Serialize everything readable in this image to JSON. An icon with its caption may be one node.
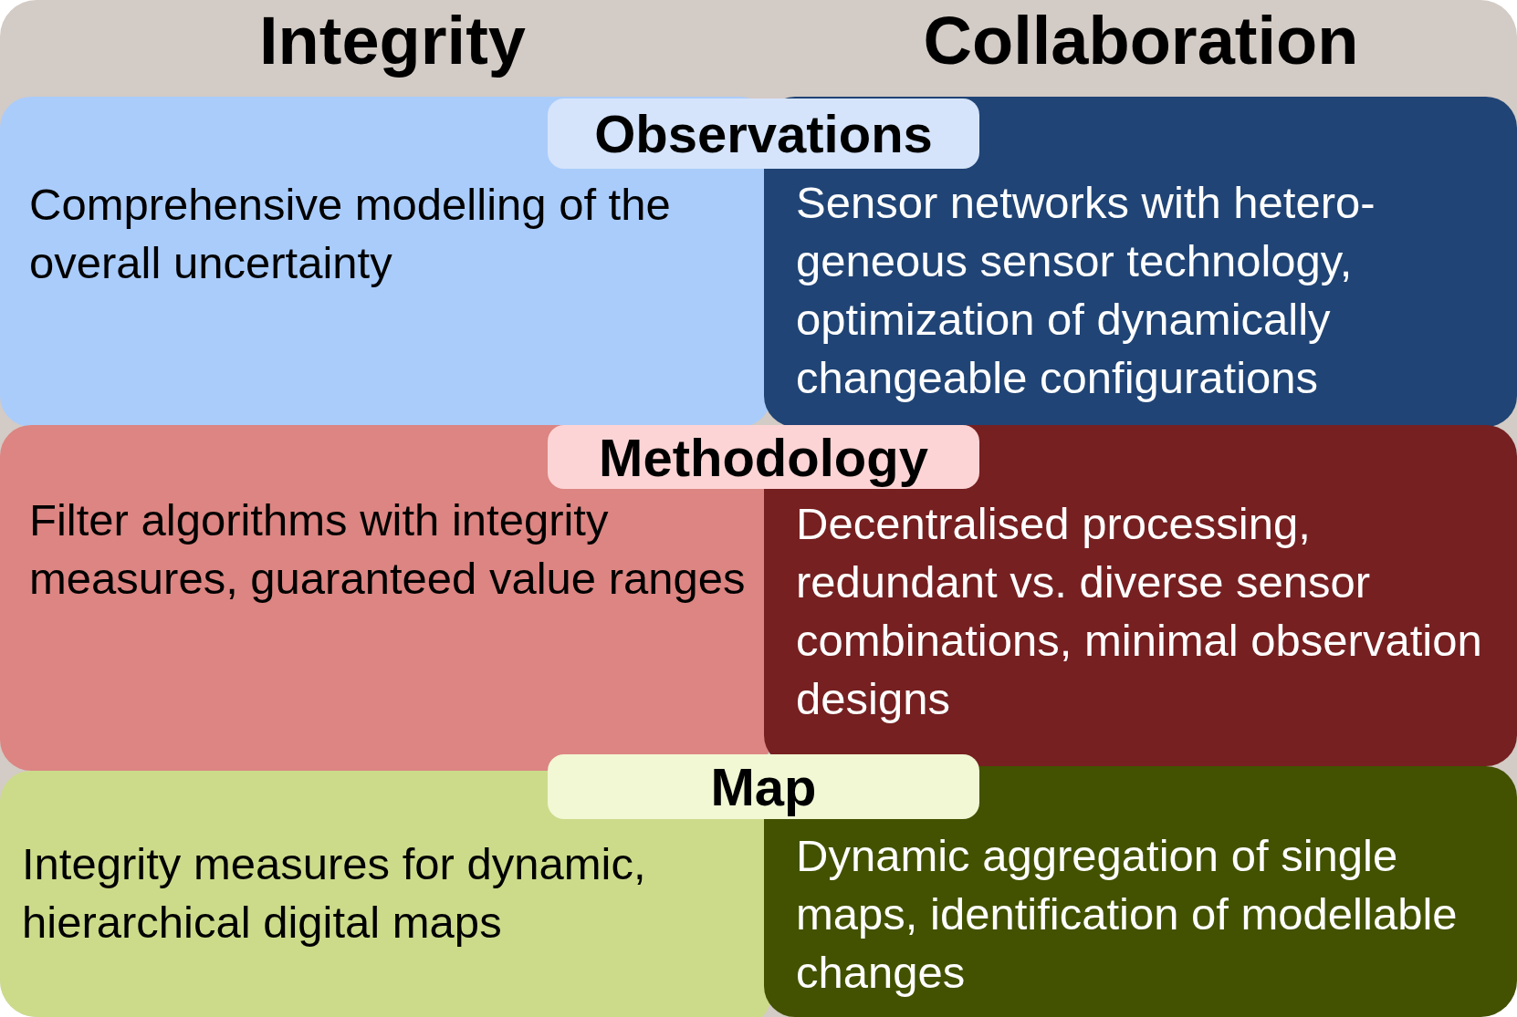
{
  "diagram": {
    "nodes": [
      {
        "text": [
          "Observations"
        ]
      },
      {
        "text": [
          "Comprehensive modelling of the overall uncertainty"
        ]
      },
      {
        "text": [
          "Sensor networks with hetero- geneous sensor technology, optimization of dynamically changeable configurations"
        ]
      },
      {
        "text": [
          "Methodology"
        ]
      },
      {
        "text": [
          "Filter algorithms with integrity measures, guaranteed value ranges"
        ]
      },
      {
        "text": [
          "Decentralised processing, redundant vs. diverse sensor combinations, minimal observation designs"
        ]
      },
      {
        "text": [
          "Map"
        ]
      },
      {
        "text": [
          "Integrity measures for dynamic, hierarchical digital maps"
        ]
      },
      {
        "text": [
          "Dynamic aggregation of single maps, identification of modellable changes"
        ]
      }
    ],
    "labels": [
      "Integrity",
      "Collaboration"
    ]
  }
}
